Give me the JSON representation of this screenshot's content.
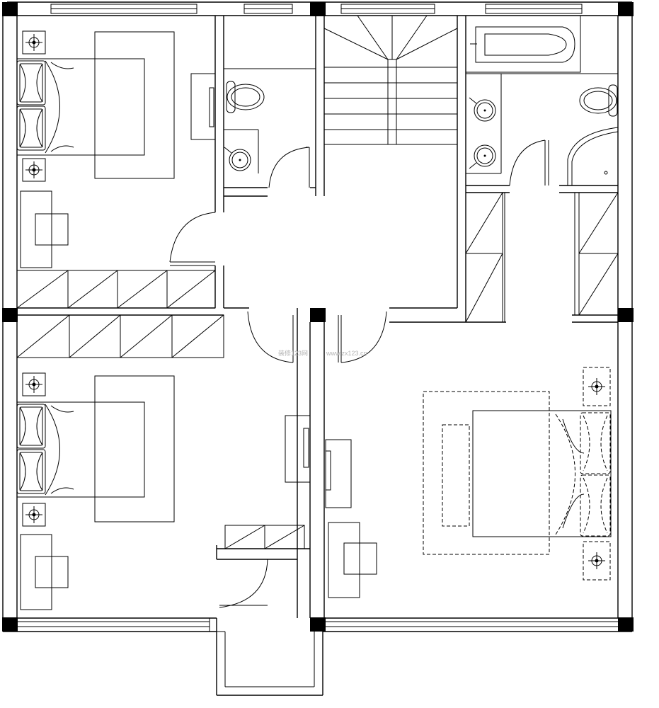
{
  "drawing": {
    "type": "floor-plan",
    "line_color": "#000000",
    "background": "#ffffff"
  },
  "watermark": {
    "text_cn": "装修123网",
    "text_url": "www.zx123.cn",
    "color": "#b4b4b4"
  },
  "rooms": [
    {
      "id": "bedroom-nw",
      "furniture": [
        "double-bed",
        "nightstand-lamp",
        "nightstand-lamp",
        "desk-chair",
        "wardrobe"
      ]
    },
    {
      "id": "bathroom-n",
      "furniture": [
        "toilet",
        "wash-basin"
      ]
    },
    {
      "id": "stairwell",
      "furniture": [
        "winder-stair"
      ]
    },
    {
      "id": "bathroom-ne",
      "furniture": [
        "bathtub",
        "toilet",
        "double-basin",
        "shower-enclosure"
      ]
    },
    {
      "id": "corridor",
      "furniture": []
    },
    {
      "id": "bedroom-sw",
      "furniture": [
        "double-bed",
        "nightstand-lamp",
        "nightstand-lamp",
        "desk-chair",
        "wardrobe"
      ]
    },
    {
      "id": "master-bedroom-se",
      "furniture": [
        "double-bed",
        "nightstand-lamp",
        "nightstand-lamp",
        "tv-cabinet",
        "desk-chair"
      ]
    },
    {
      "id": "balcony",
      "furniture": []
    }
  ],
  "icons": [
    "bed-icon",
    "lamp-icon",
    "toilet-icon",
    "sink-icon",
    "bathtub-icon",
    "wardrobe-icon",
    "door-swing-icon",
    "stair-icon",
    "window-icon",
    "column-icon"
  ]
}
